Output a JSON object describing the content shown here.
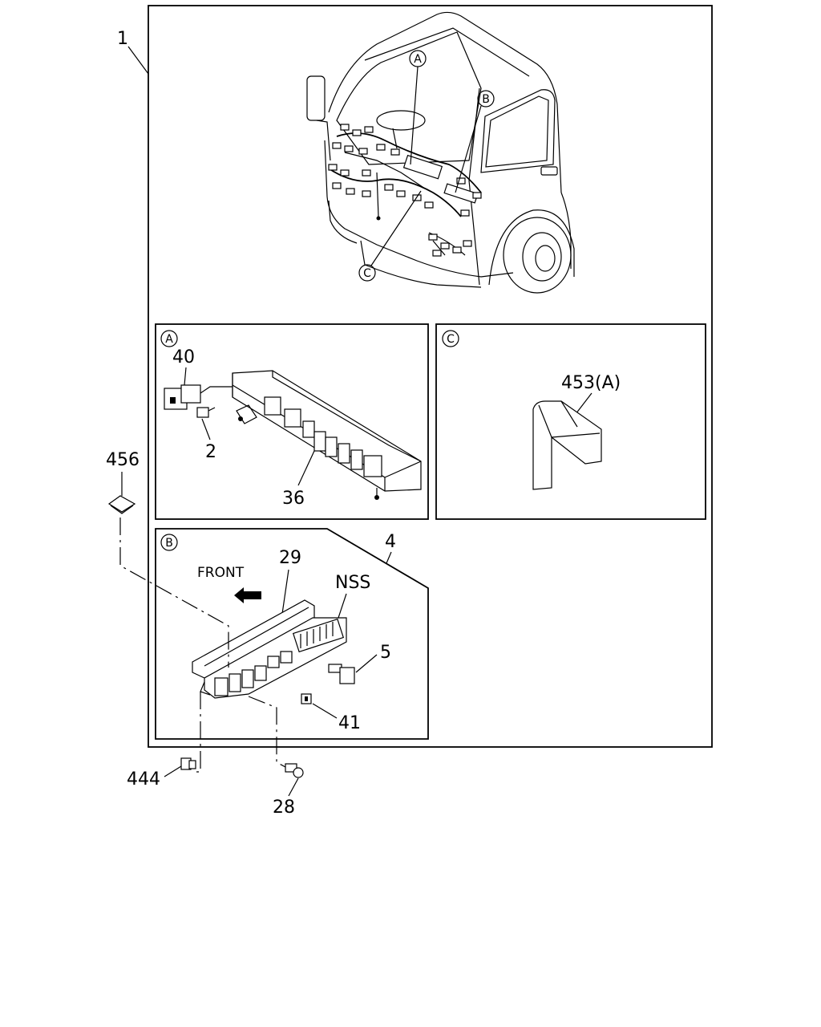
{
  "callouts": {
    "part_1": "1",
    "part_456": "456",
    "part_444": "444",
    "part_28": "28",
    "part_40": "40",
    "part_2": "2",
    "part_36": "36",
    "part_453": "453(A)",
    "part_4": "4",
    "part_29": "29",
    "part_nss": "NSS",
    "part_5": "5",
    "part_41": "41",
    "front": "FRONT"
  },
  "detail_markers": {
    "a": "A",
    "b": "B",
    "c": "C"
  }
}
